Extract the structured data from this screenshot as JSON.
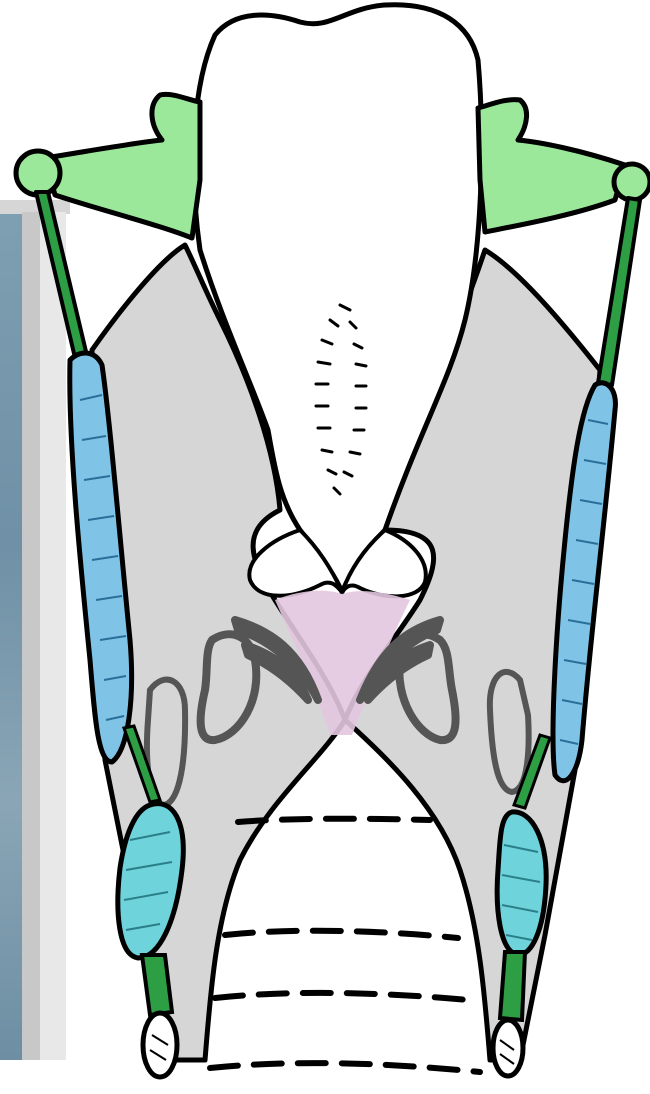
{
  "figure": {
    "description_visible_text": "",
    "colors": {
      "stroke": "#000000",
      "cartilage_gray": "#d6d6d6",
      "epiglottis_white": "#ffffff",
      "hyoid_green": "#9be89b",
      "ligament_green": "#2e9e45",
      "muscle_blue": "#7fc4e6",
      "muscle_cyan": "#6fd3dc",
      "fold_dark": "#555555",
      "mucosa_pink": "#e3c6e0"
    },
    "icons": [
      "epiglottis-shape",
      "thyroid-cartilage-left",
      "thyroid-cartilage-right",
      "hyoid-horn-left",
      "hyoid-horn-right",
      "thyrohyoid-muscle-left",
      "thyrohyoid-muscle-right",
      "cricothyroid-muscle-left",
      "cricothyroid-muscle-right",
      "vocal-fold-left",
      "vocal-fold-right",
      "tracheal-ring-marks"
    ]
  }
}
